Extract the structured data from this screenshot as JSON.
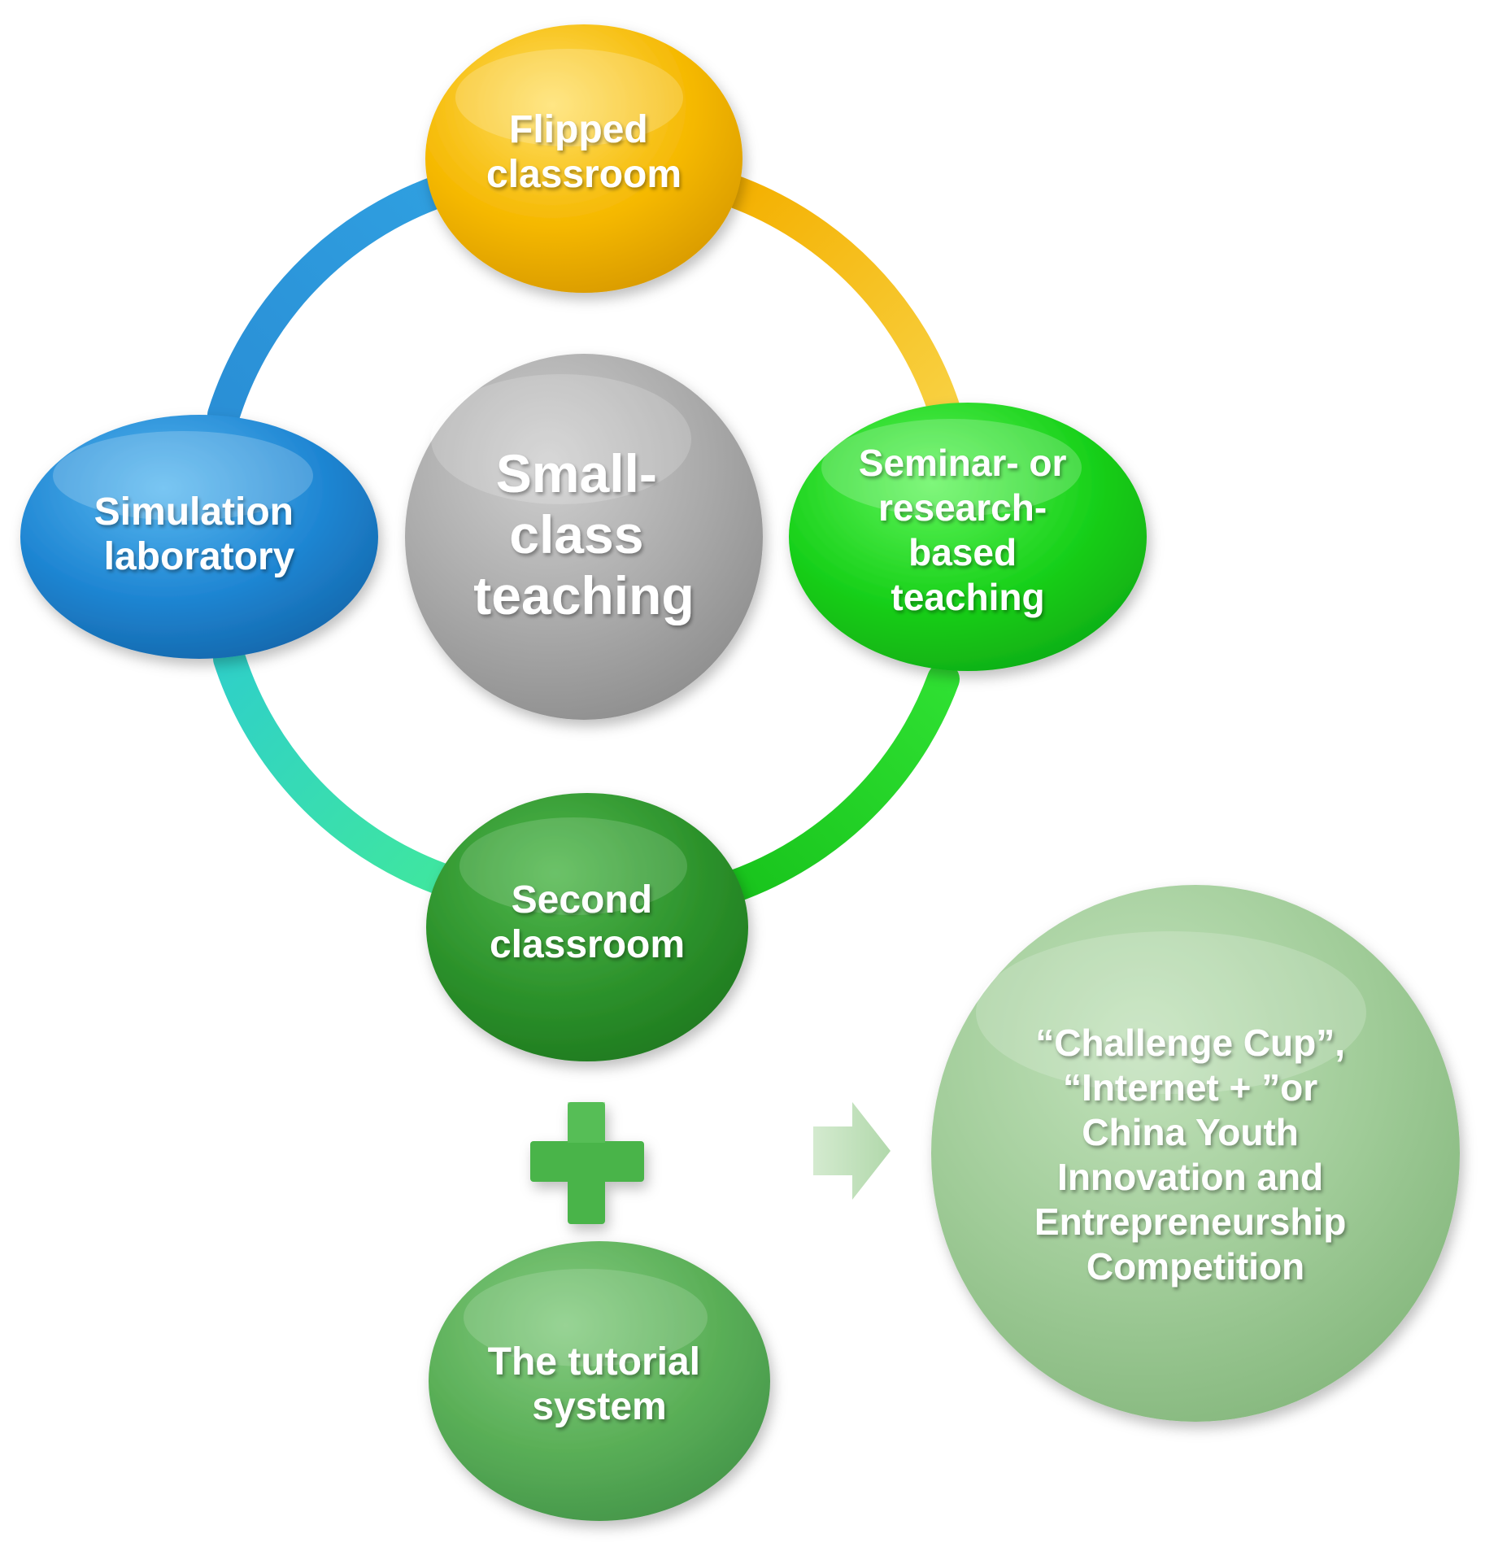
{
  "center": {
    "lines": [
      "Small-",
      "class",
      "teaching"
    ],
    "color": "#a9a9a9"
  },
  "nodes": {
    "flipped": {
      "lines": [
        "Flipped",
        "classroom"
      ],
      "color": "#f2b600"
    },
    "seminar": {
      "lines": [
        "Seminar- or",
        "research-",
        "based",
        "teaching"
      ],
      "color": "#17cc1a"
    },
    "second": {
      "lines": [
        "Second",
        "classroom"
      ],
      "color": "#2d932c"
    },
    "simulation": {
      "lines": [
        "Simulation",
        "laboratory"
      ],
      "color": "#1f86d3"
    },
    "tutorial": {
      "lines": [
        "The tutorial",
        "system"
      ],
      "color": "#5aaf57"
    },
    "competition": {
      "lines": [
        "“Challenge Cup”,",
        "“Internet + ”or",
        "China Youth",
        "Innovation  and",
        "Entrepreneurship",
        "Competition"
      ],
      "color": "#9fcb97"
    }
  },
  "ring": {
    "top_right": "#f4be12",
    "bottom_right": "#2fe032",
    "bottom_left": "#3ae0b5",
    "top_left": "#2a8fd6"
  },
  "plus_icon": {
    "color": "#48b449"
  },
  "arrow_icon": {
    "color": "#b9dcb3"
  }
}
